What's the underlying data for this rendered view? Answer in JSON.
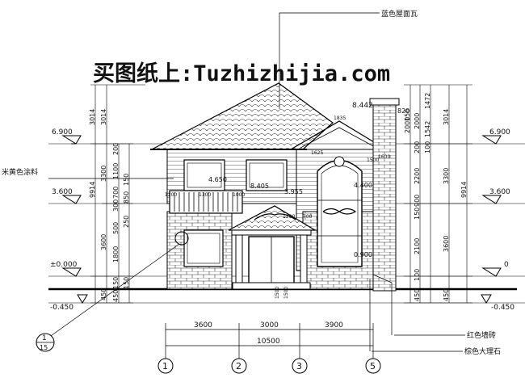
{
  "watermark": "买图纸上:Tuzhizhijia.com",
  "annotations": {
    "roof_tile": "蓝色屋面瓦",
    "paint": "米黄色涂料",
    "brick": "红色墙砖",
    "marble": "棕色大理石"
  },
  "levels": {
    "left": [
      "6.900",
      "3.600",
      "±0.000",
      "-0.450"
    ],
    "right": [
      "6.900",
      "3.600",
      "0",
      "-0.450"
    ]
  },
  "left_dims": {
    "outer": [
      "3014",
      "9914"
    ],
    "mid": [
      "3014",
      "3300",
      "3600",
      "450"
    ],
    "inner": [
      "200",
      "1100",
      "700",
      "300",
      "500",
      "1800",
      "150",
      "450"
    ],
    "small": [
      "150",
      "850",
      "250",
      "150"
    ]
  },
  "right_dims": {
    "outer": [
      "3014",
      "9914"
    ],
    "mid": [
      "1472",
      "3300",
      "3600",
      "450"
    ],
    "inner": [
      "2000",
      "200",
      "2200",
      "900",
      "150",
      "2100",
      "100",
      "450",
      "1542",
      "100"
    ],
    "top": [
      "150",
      "820",
      "2000"
    ]
  },
  "plan_dims": {
    "bays": [
      "3600",
      "3000",
      "3900"
    ],
    "total": "10500"
  },
  "elevation_labels": [
    "8.442",
    "4.650",
    "8.405",
    "3.955",
    "4.400",
    "0.900",
    "1625",
    "1600",
    "1500",
    "1835",
    "1200",
    "1300",
    "1000",
    "700",
    "1200",
    "1500",
    "1500"
  ],
  "axes": [
    "1",
    "2",
    "3",
    "5"
  ],
  "detail_marker": {
    "top": "1",
    "bottom": "15"
  }
}
